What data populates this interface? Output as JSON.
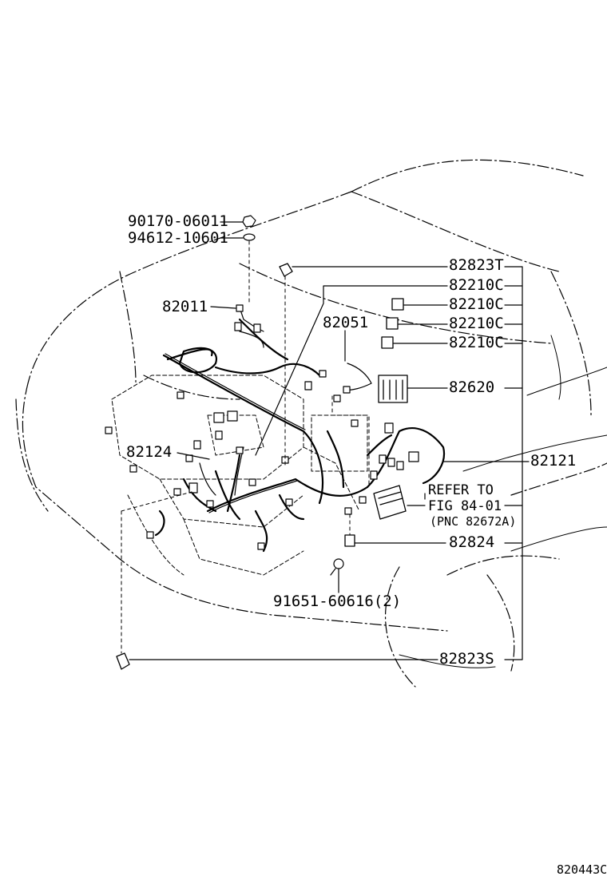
{
  "labels": {
    "p90170": "90170-06011",
    "p94612": "94612-10601",
    "p82011": "82011",
    "p82051": "82051",
    "p82124": "82124",
    "p82823T": "82823T",
    "p82210C_1": "82210C",
    "p82210C_2": "82210C",
    "p82210C_3": "82210C",
    "p82210C_4": "82210C",
    "p82620": "82620",
    "p82121": "82121",
    "refer_line1": "REFER TO",
    "refer_line2": "FIG 84-01",
    "refer_line3": "(PNC 82672A)",
    "p82824": "82824",
    "p91651": "91651-60616(2)",
    "p82823S": "82823S",
    "diagram_code": "820443C"
  },
  "colors": {
    "ink": "#000000",
    "background": "#ffffff"
  }
}
